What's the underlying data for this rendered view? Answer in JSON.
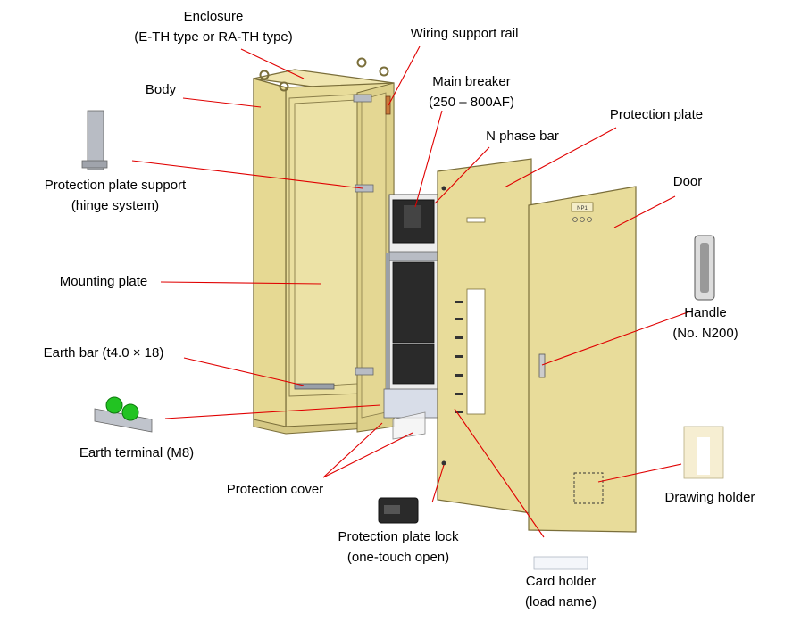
{
  "colors": {
    "panel_fill": "#e8dc9a",
    "panel_edge": "#7a6e3a",
    "leader_line": "#e00000",
    "breaker": "#2a2a2a",
    "terminal_green": "#22c322"
  },
  "labels": {
    "enclosure": {
      "line1": "Enclosure",
      "line2": "(E-TH type or RA-TH type)"
    },
    "wiring_support_rail": "Wiring support rail",
    "body": "Body",
    "main_breaker": {
      "line1": "Main breaker",
      "line2": "(250 – 800AF)"
    },
    "protection_plate": "Protection plate",
    "n_phase_bar": "N phase bar",
    "door": "Door",
    "protection_plate_support": {
      "line1": "Protection plate support",
      "line2": "(hinge system)"
    },
    "mounting_plate": "Mounting plate",
    "handle": {
      "line1": "Handle",
      "line2": "(No. N200)"
    },
    "earth_bar": "Earth bar (t4.0 × 18)",
    "earth_terminal": "Earth terminal (M8)",
    "drawing_holder": "Drawing holder",
    "protection_cover": "Protection cover",
    "protection_plate_lock": {
      "line1": "Protection plate lock",
      "line2": "(one-touch open)"
    },
    "card_holder": {
      "line1": "Card holder",
      "line2": "(load name)"
    }
  },
  "door_plate_text": "NP1",
  "icons": [
    "protection-plate-support-icon",
    "earth-terminal-icon",
    "handle-icon",
    "drawing-holder-icon",
    "protection-plate-lock-icon",
    "card-holder-icon"
  ]
}
